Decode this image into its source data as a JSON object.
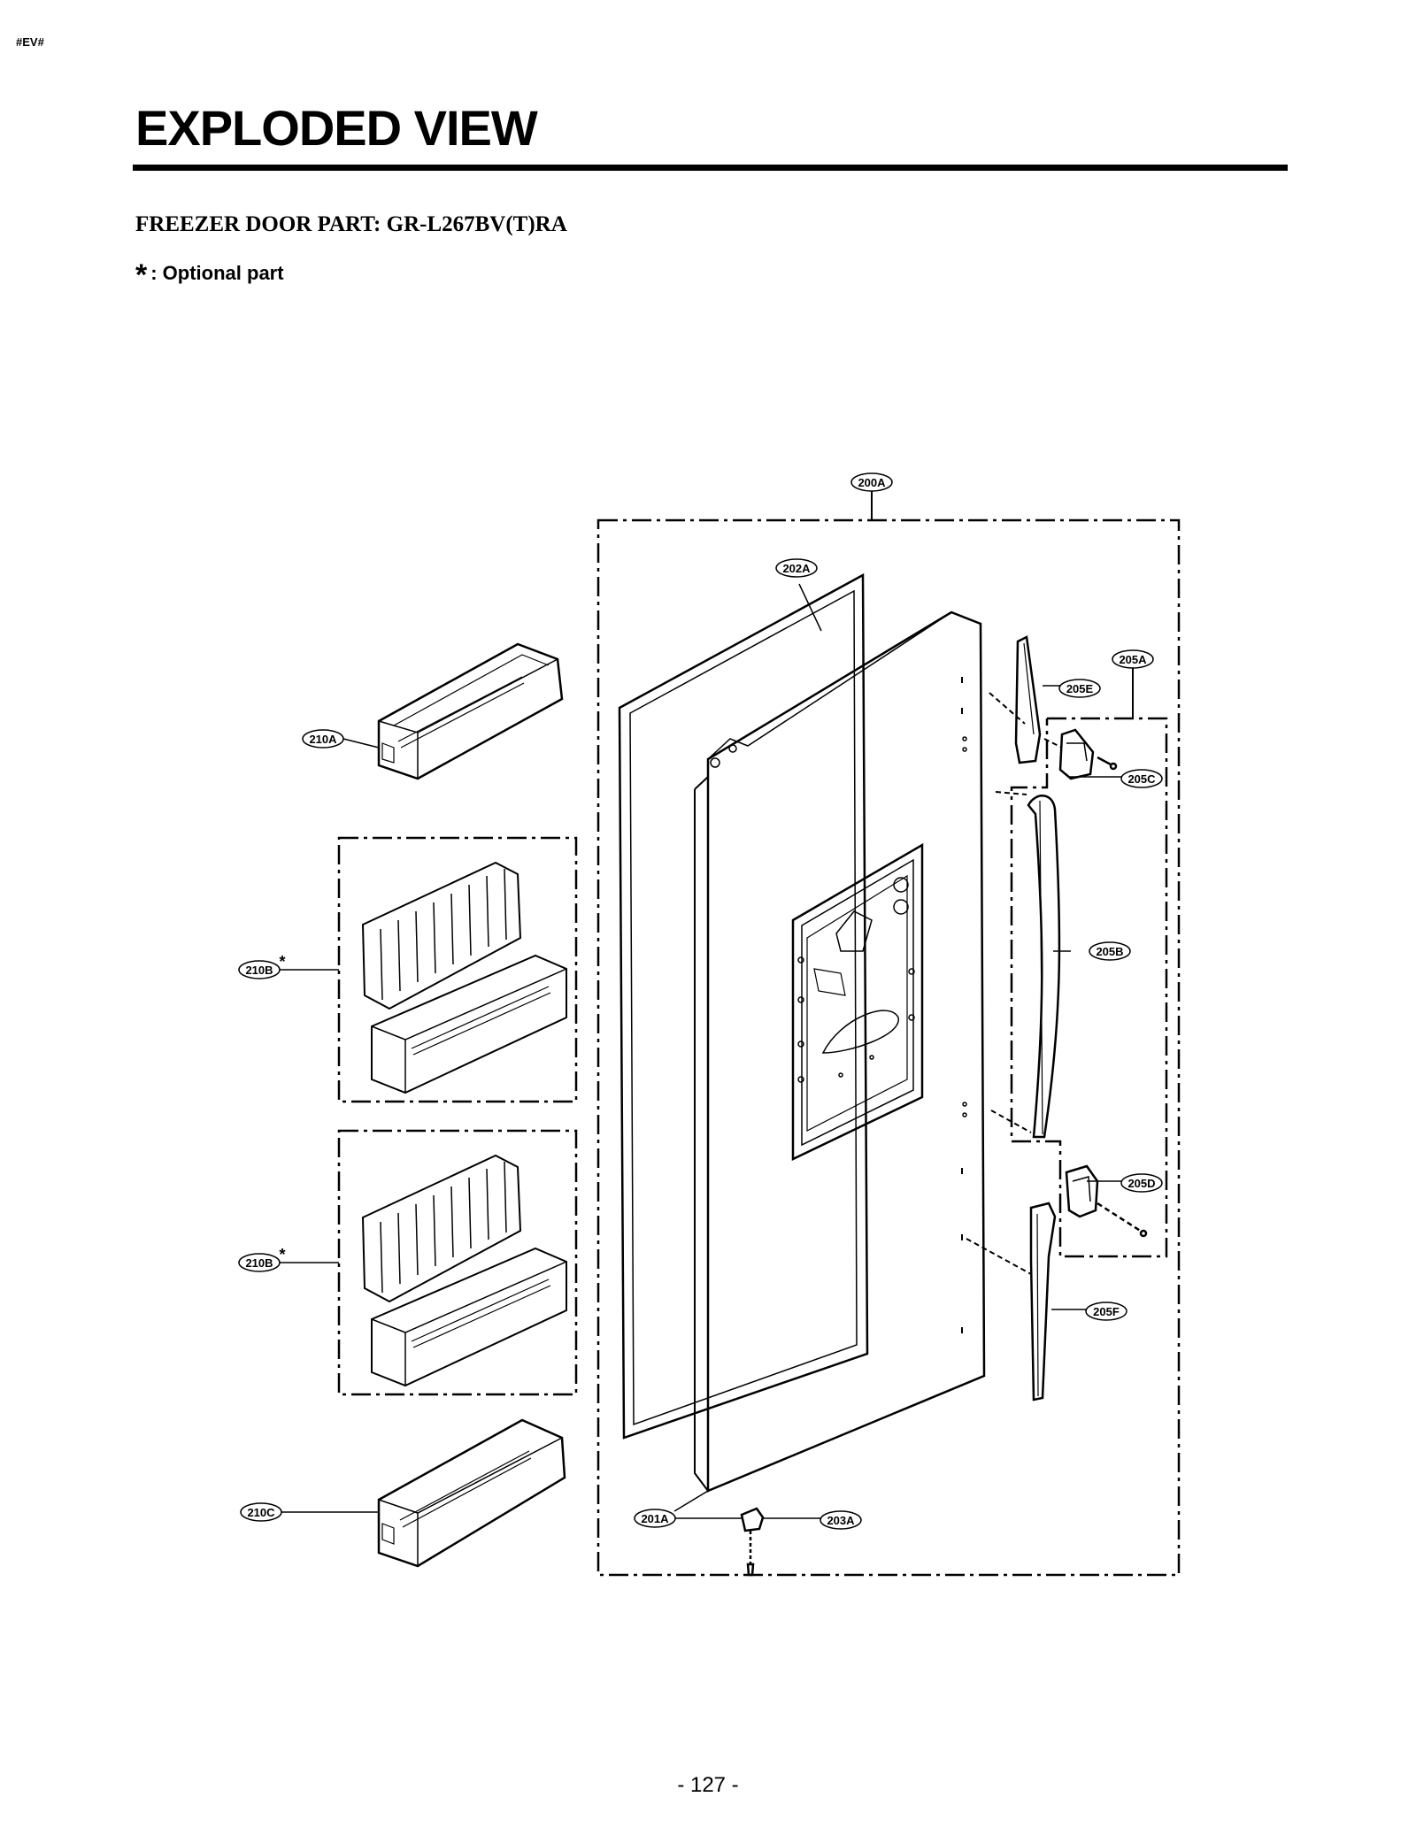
{
  "header": {
    "doc_code": "#EV#",
    "title": "EXPLODED VIEW",
    "subtitle": "FREEZER DOOR PART: GR-L267BV(T)RA",
    "note_symbol": "*",
    "note_text": ": Optional part"
  },
  "parts": {
    "p200A": "200A",
    "p202A": "202A",
    "p205A": "205A",
    "p205E": "205E",
    "p205C": "205C",
    "p205B": "205B",
    "p205D": "205D",
    "p205F": "205F",
    "p201A": "201A",
    "p203A": "203A",
    "p210A": "210A",
    "p210B_1": "210B",
    "p210B_2": "210B",
    "p210C": "210C",
    "optional_mark": "*"
  },
  "footer": {
    "page_number": "- 127 -"
  }
}
